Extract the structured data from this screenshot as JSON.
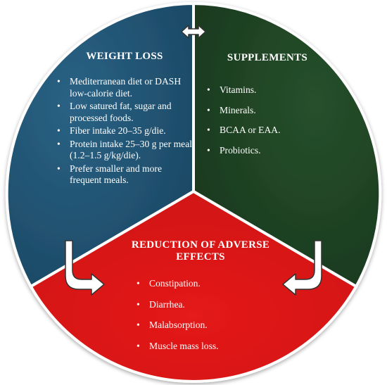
{
  "diagram": {
    "colors": {
      "weight_loss": "#1c4a66",
      "supplements": "#1b3a1f",
      "adverse_effects": "#e41a1a",
      "divider": "#ffffff",
      "arrows": "#ffffff"
    },
    "icons": [
      "double-arrow-icon",
      "curved-arrow-icon",
      "curved-arrow-icon"
    ]
  },
  "weight_loss": {
    "title": "WEIGHT LOSS",
    "items": [
      "Mediterranean diet or DASH low-calorie diet.",
      "Low satured fat, sugar and processed foods.",
      "Fiber intake 20–35 g/die.",
      "Protein intake 25–30 g per meal (1.2–1.5 g/kg/die).",
      "Prefer smaller and more frequent meals."
    ]
  },
  "supplements": {
    "title": "SUPPLEMENTS",
    "items": [
      "Vitamins.",
      "Minerals.",
      "BCAA or EAA.",
      "Probiotics."
    ]
  },
  "adverse_effects": {
    "title": "REDUCTION OF ADVERSE EFFECTS",
    "items": [
      "Constipation.",
      "Diarrhea.",
      "Malabsorption.",
      "Muscle mass loss."
    ]
  }
}
